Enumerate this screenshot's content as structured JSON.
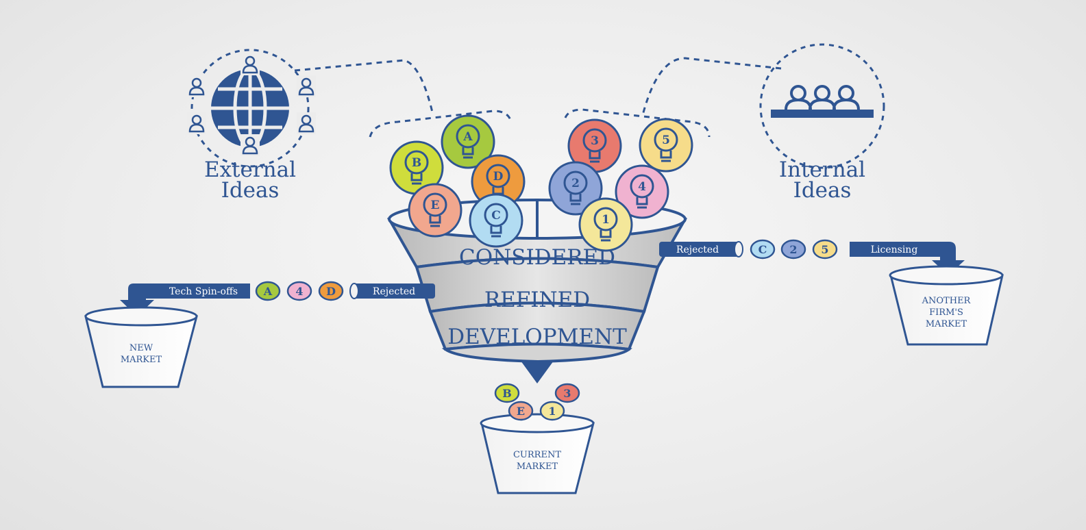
{
  "left_group": {
    "line1": "External",
    "line2": "Ideas"
  },
  "right_group": {
    "line1": "Internal",
    "line2": "Ideas"
  },
  "funnel": {
    "stage1": "CONSIDERED",
    "stage2": "REFINED",
    "stage3": "DEVELOPMENT"
  },
  "left_flow": {
    "rejected": "Rejected",
    "outlet": "Tech Spin-offs",
    "ideas": [
      "A",
      "4",
      "D"
    ]
  },
  "right_flow": {
    "rejected": "Rejected",
    "outlet": "Licensing",
    "ideas": [
      "C",
      "2",
      "5"
    ]
  },
  "buckets": {
    "new_market": [
      "NEW",
      "MARKET"
    ],
    "another_market": [
      "ANOTHER",
      "FIRM'S",
      "MARKET"
    ],
    "current_market": [
      "CURRENT",
      "MARKET"
    ]
  },
  "bulbs": {
    "external": [
      "A",
      "B",
      "D",
      "E",
      "C"
    ],
    "internal": [
      "3",
      "5",
      "2",
      "4",
      "1"
    ]
  },
  "output_ideas": [
    "B",
    "3",
    "E",
    "1"
  ],
  "colors": {
    "navy": "#2f5592",
    "A": "#a6c93f",
    "B": "#cfdd3c",
    "C": "#b2dcf2",
    "D": "#ee9b3e",
    "E": "#f1a78e",
    "1": "#f4e79a",
    "2": "#8fa5d8",
    "3": "#e87a6e",
    "4": "#f0b2d0",
    "5": "#f6dc8a"
  }
}
